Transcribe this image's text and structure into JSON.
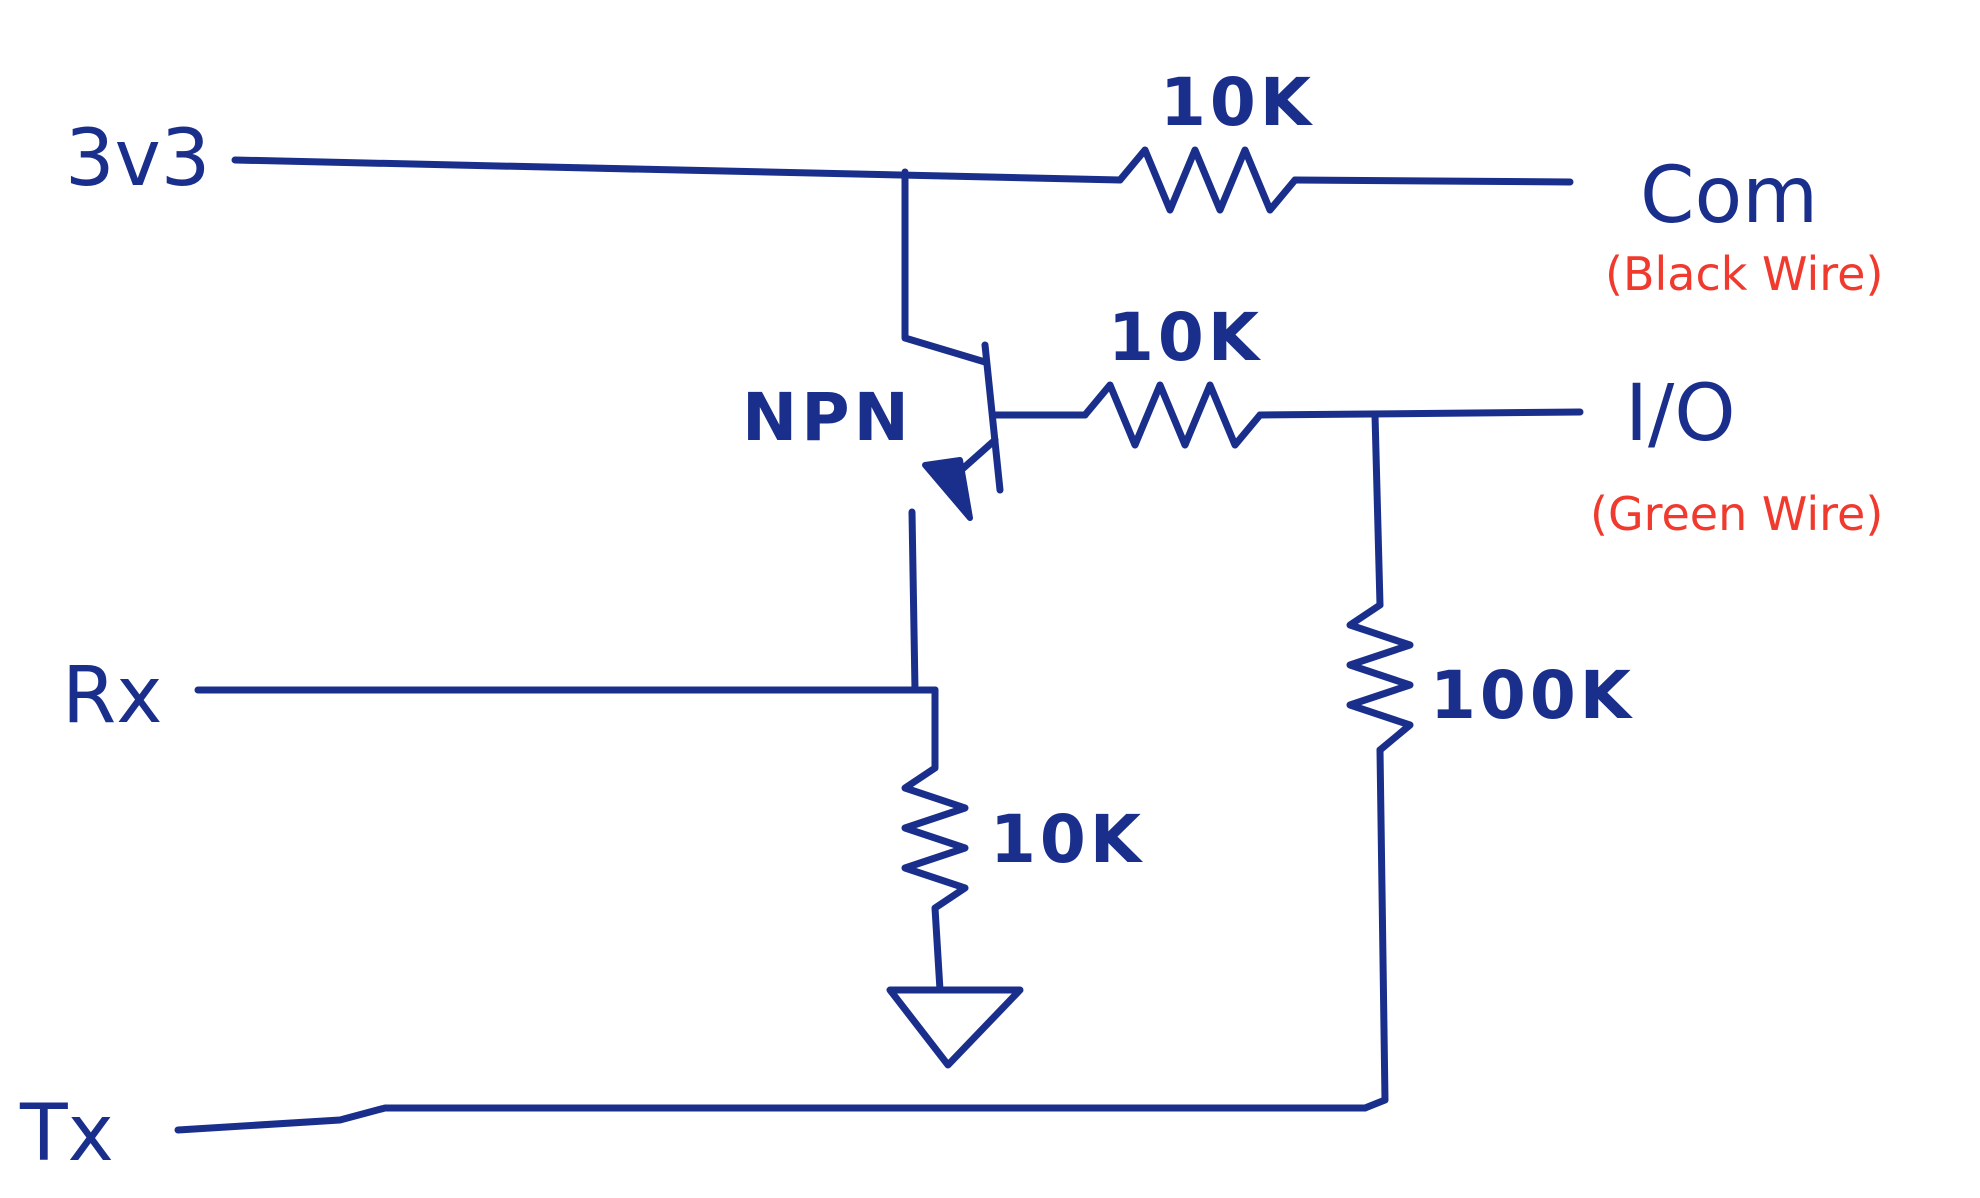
{
  "colors": {
    "ink": "#1a2f8c",
    "note": "#f03a2e",
    "paper": "#ffffff"
  },
  "nets": {
    "supply": "3v3",
    "com": "Com",
    "io": "I/O",
    "rx": "Rx",
    "tx": "Tx"
  },
  "notes": {
    "com": "(Black Wire)",
    "io": "(Green Wire)"
  },
  "parts": {
    "transistor": "NPN",
    "r_com": "10K",
    "r_base": "10K",
    "r_pulldown": "10K",
    "r_tx": "100K"
  },
  "icons": [
    "npn-transistor-symbol",
    "resistor-symbol",
    "ground-symbol"
  ]
}
